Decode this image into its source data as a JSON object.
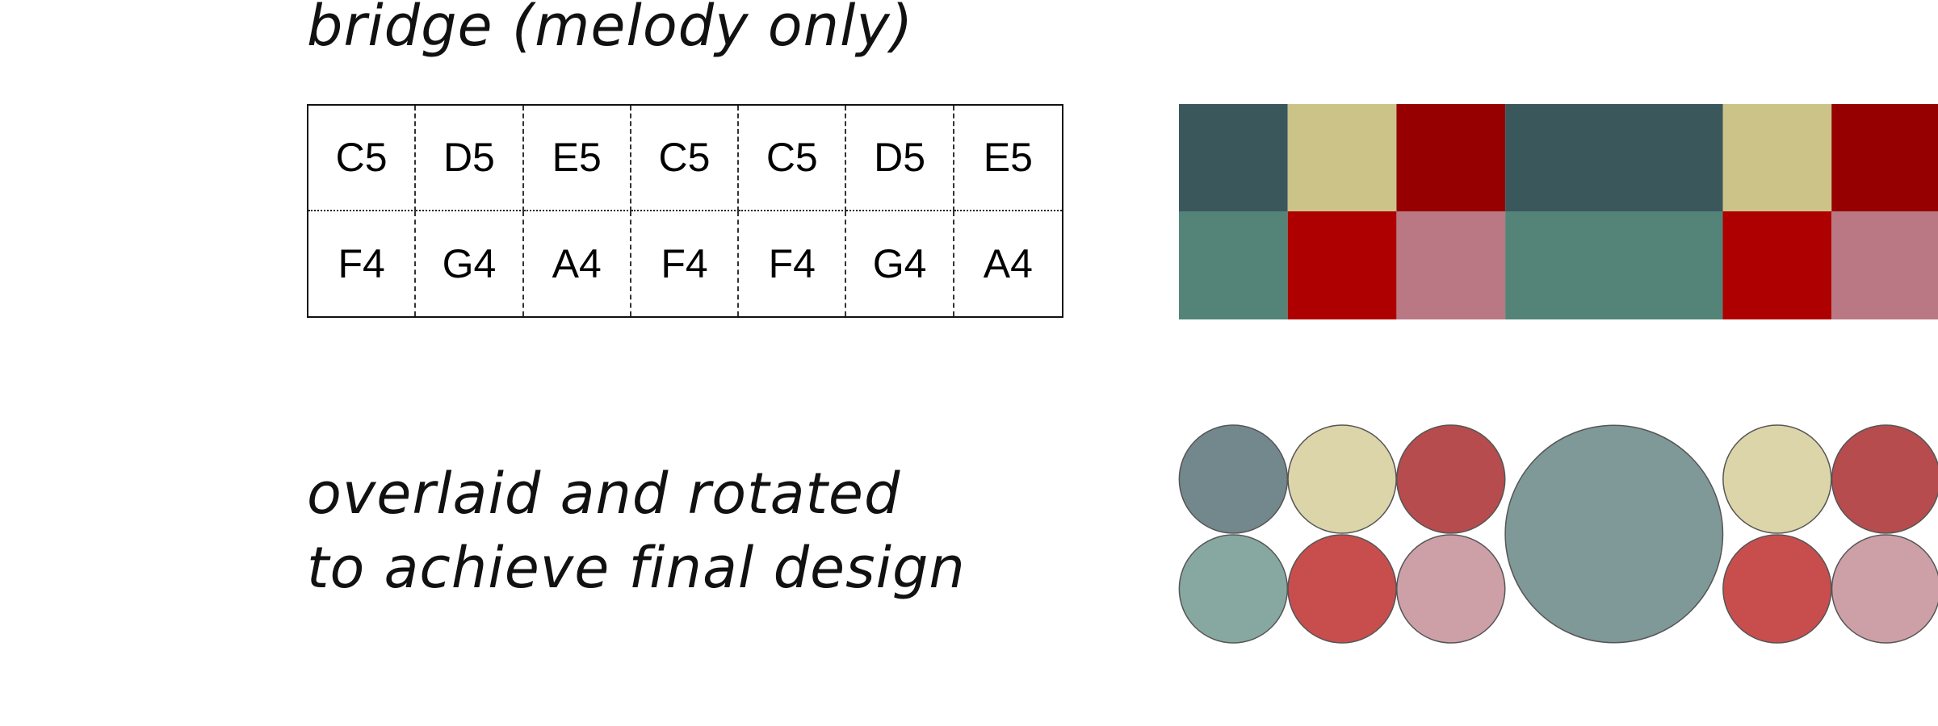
{
  "title": "bridge (melody only)",
  "caption": [
    "overlaid and rotated",
    "to achieve final design"
  ],
  "melody": {
    "top_row": [
      "C5",
      "D5",
      "E5",
      "C5",
      "C5",
      "D5",
      "E5"
    ],
    "bottom_row": [
      "F4",
      "G4",
      "A4",
      "F4",
      "F4",
      "G4",
      "A4"
    ]
  },
  "note_colors": {
    "C5": "#3a575c",
    "D5": "#ccc388",
    "E5": "#960000",
    "F4": "#548478",
    "G4": "#ae0000",
    "A4": "#b97884"
  },
  "circle_colors": {
    "C5": "#73888c",
    "D5": "#dbd5a9",
    "E5": "#b64c4d",
    "F4": "#87a8a0",
    "G4": "#c84e4e",
    "A4": "#cda0a8",
    "merged": "#7f9998"
  }
}
